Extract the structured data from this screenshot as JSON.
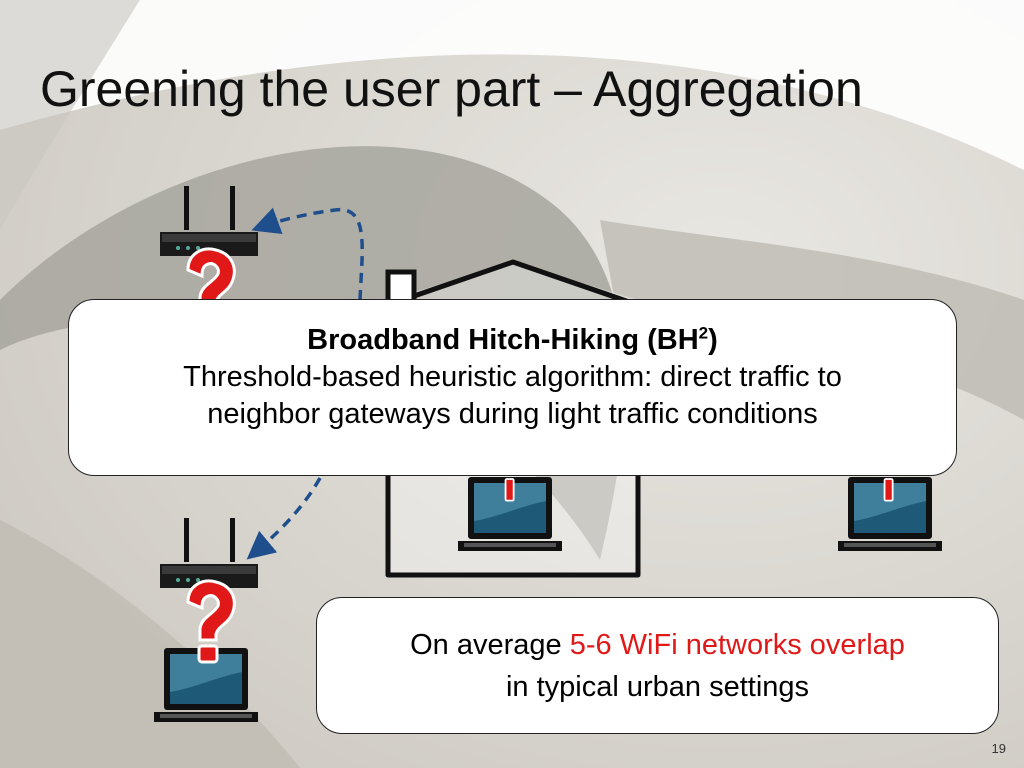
{
  "slide": {
    "title": "Greening the user part – Aggregation",
    "page_number": "19"
  },
  "callout_main": {
    "heading": "Broadband Hitch-Hiking (BH",
    "heading_superscript": "2",
    "heading_close": ")",
    "line1": "Threshold-based heuristic algorithm: direct traffic to",
    "line2": "neighbor gateways during light traffic conditions"
  },
  "callout_stat": {
    "prefix": "On average ",
    "highlight": "5-6 WiFi networks overlap",
    "line2": "in typical urban settings"
  },
  "diagram": {
    "question_mark": "?",
    "icons": [
      "router-icon",
      "laptop-icon",
      "house-icon",
      "question-mark-icon"
    ]
  },
  "colors": {
    "question_fill": "#e01818",
    "question_stroke": "#ffffff",
    "highlight": "#e01818",
    "arrow": "#1f4e8c",
    "laptop_screen": "#1e5a78"
  }
}
